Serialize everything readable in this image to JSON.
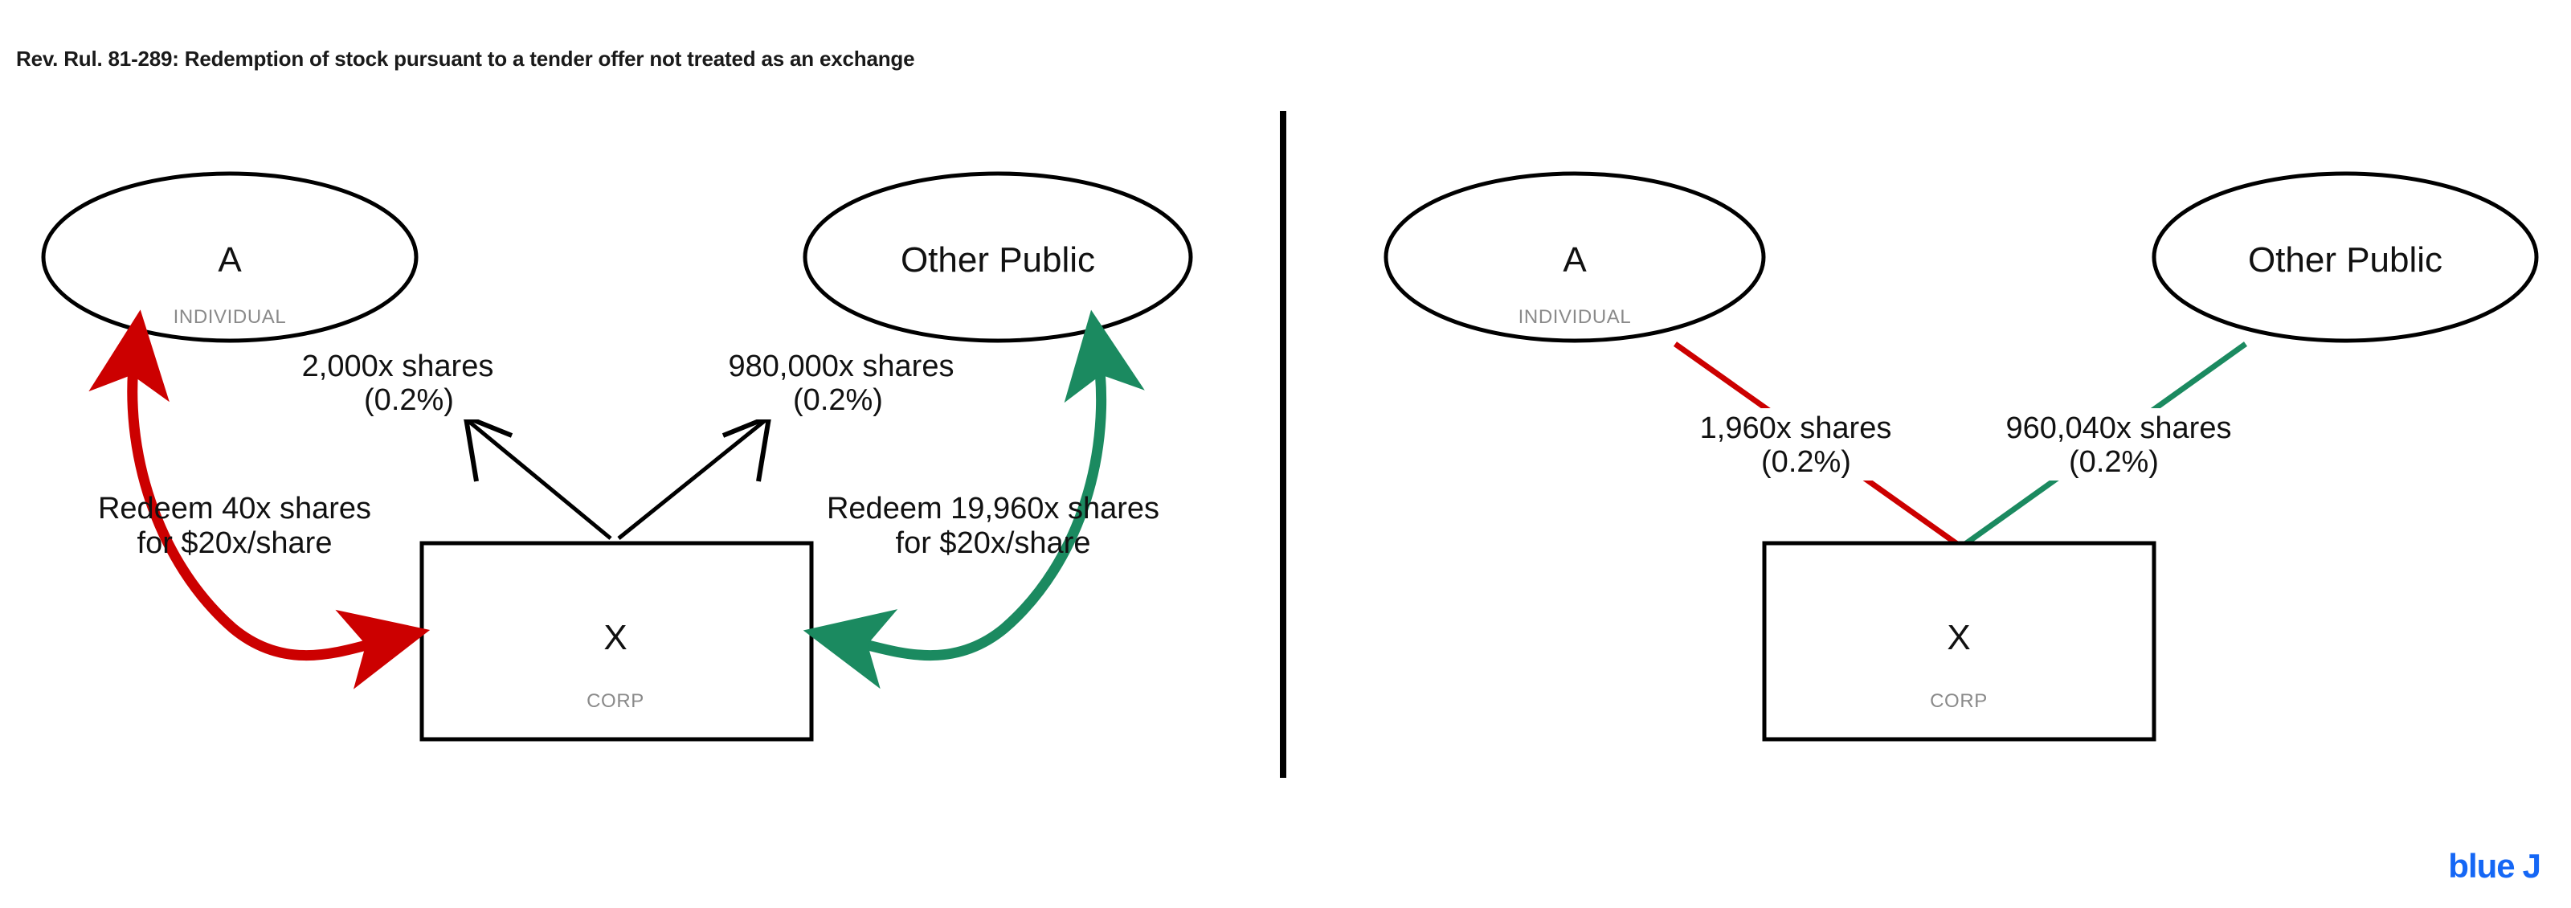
{
  "title": "Rev. Rul. 81-289: Redemption of stock pursuant to a tender offer not treated as an exchange",
  "colors": {
    "red": "#CC0000",
    "green": "#1B8A60",
    "black": "#000000",
    "subtitle_gray": "#8A8A8A",
    "brand_blue": "#1567F5"
  },
  "brand": {
    "name_part1": "blue",
    "name_part2": "J"
  },
  "divider": {
    "orientation": "vertical",
    "present": true
  },
  "panels": [
    {
      "id": "before",
      "nodes": [
        {
          "id": "a-left",
          "shape": "ellipse",
          "label": "A",
          "subtitle": "INDIVIDUAL"
        },
        {
          "id": "other-public-left",
          "shape": "ellipse",
          "label": "Other Public",
          "subtitle": ""
        },
        {
          "id": "x-left",
          "shape": "rect",
          "label": "X",
          "subtitle": "CORP"
        }
      ],
      "edges": [
        {
          "id": "a-to-x-left",
          "from": "a-left",
          "to": "x-left",
          "style": "solid-struck",
          "color": "#000000",
          "label_line1": "2,000x shares",
          "label_line2": "(0.2%)"
        },
        {
          "id": "public-to-x-left",
          "from": "other-public-left",
          "to": "x-left",
          "style": "solid-struck",
          "color": "#000000",
          "label_line1": "980,000x shares",
          "label_line2": "(0.2%)"
        },
        {
          "id": "redeem-a",
          "from": "x-left",
          "to": "a-left",
          "style": "curved-double-arrow",
          "color": "#CC0000",
          "label_line1": "Redeem 40x shares",
          "label_line2": "for $20x/share"
        },
        {
          "id": "redeem-public",
          "from": "x-left",
          "to": "other-public-left",
          "style": "curved-double-arrow",
          "color": "#1B8A60",
          "label_line1": "Redeem 19,960x shares",
          "label_line2": "for $20x/share"
        }
      ]
    },
    {
      "id": "after",
      "nodes": [
        {
          "id": "a-right",
          "shape": "ellipse",
          "label": "A",
          "subtitle": "INDIVIDUAL"
        },
        {
          "id": "other-public-right",
          "shape": "ellipse",
          "label": "Other Public",
          "subtitle": ""
        },
        {
          "id": "x-right",
          "shape": "rect",
          "label": "X",
          "subtitle": "CORP"
        }
      ],
      "edges": [
        {
          "id": "a-to-x-right",
          "from": "a-right",
          "to": "x-right",
          "style": "solid",
          "color": "#CC0000",
          "label_line1": "1,960x shares",
          "label_line2": "(0.2%)"
        },
        {
          "id": "public-to-x-right",
          "from": "other-public-right",
          "to": "x-right",
          "style": "solid",
          "color": "#1B8A60",
          "label_line1": "960,040x shares",
          "label_line2": "(0.2%)"
        }
      ]
    }
  ]
}
